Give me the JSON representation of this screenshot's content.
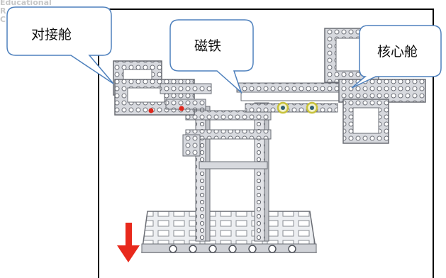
{
  "watermark": {
    "line1": "Educational",
    "line2": "R",
    "line3": "C"
  },
  "callouts": [
    {
      "label": "对接舱"
    },
    {
      "label": "磁铁"
    },
    {
      "label": "核心舱"
    }
  ],
  "arrow": {
    "direction": "down",
    "color": "#e8291c"
  }
}
